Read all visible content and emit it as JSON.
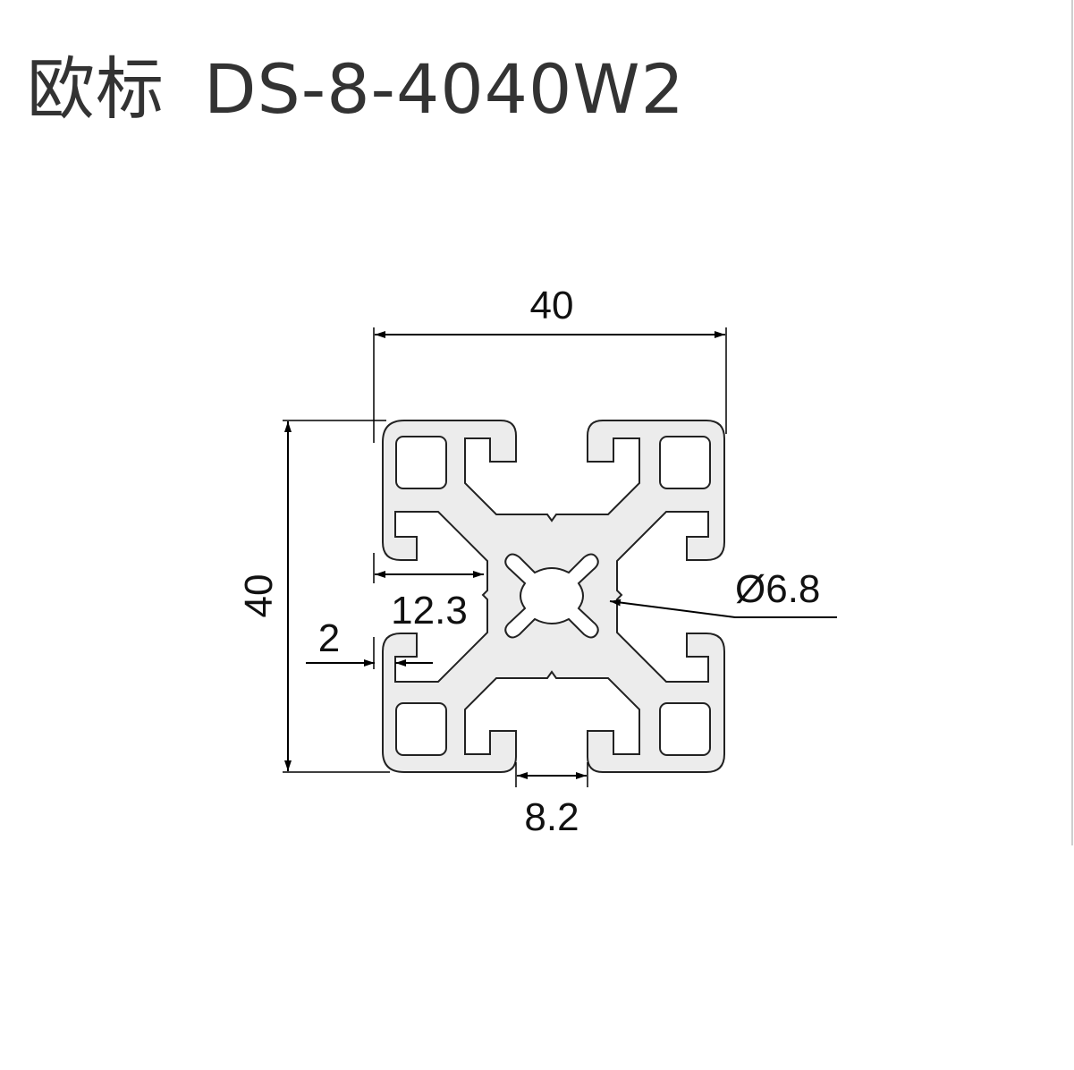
{
  "title": {
    "standard": "欧标",
    "model": "DS-8-4040W2"
  },
  "dimensions": {
    "width": "40",
    "height": "40",
    "center_hole_diameter": "Ø6.8",
    "slot_depth": "12.3",
    "wall_thickness": "2",
    "slot_opening": "8.2"
  },
  "colors": {
    "profile_fill": "#ececec",
    "outline": "#222222",
    "title_text": "#333333"
  }
}
